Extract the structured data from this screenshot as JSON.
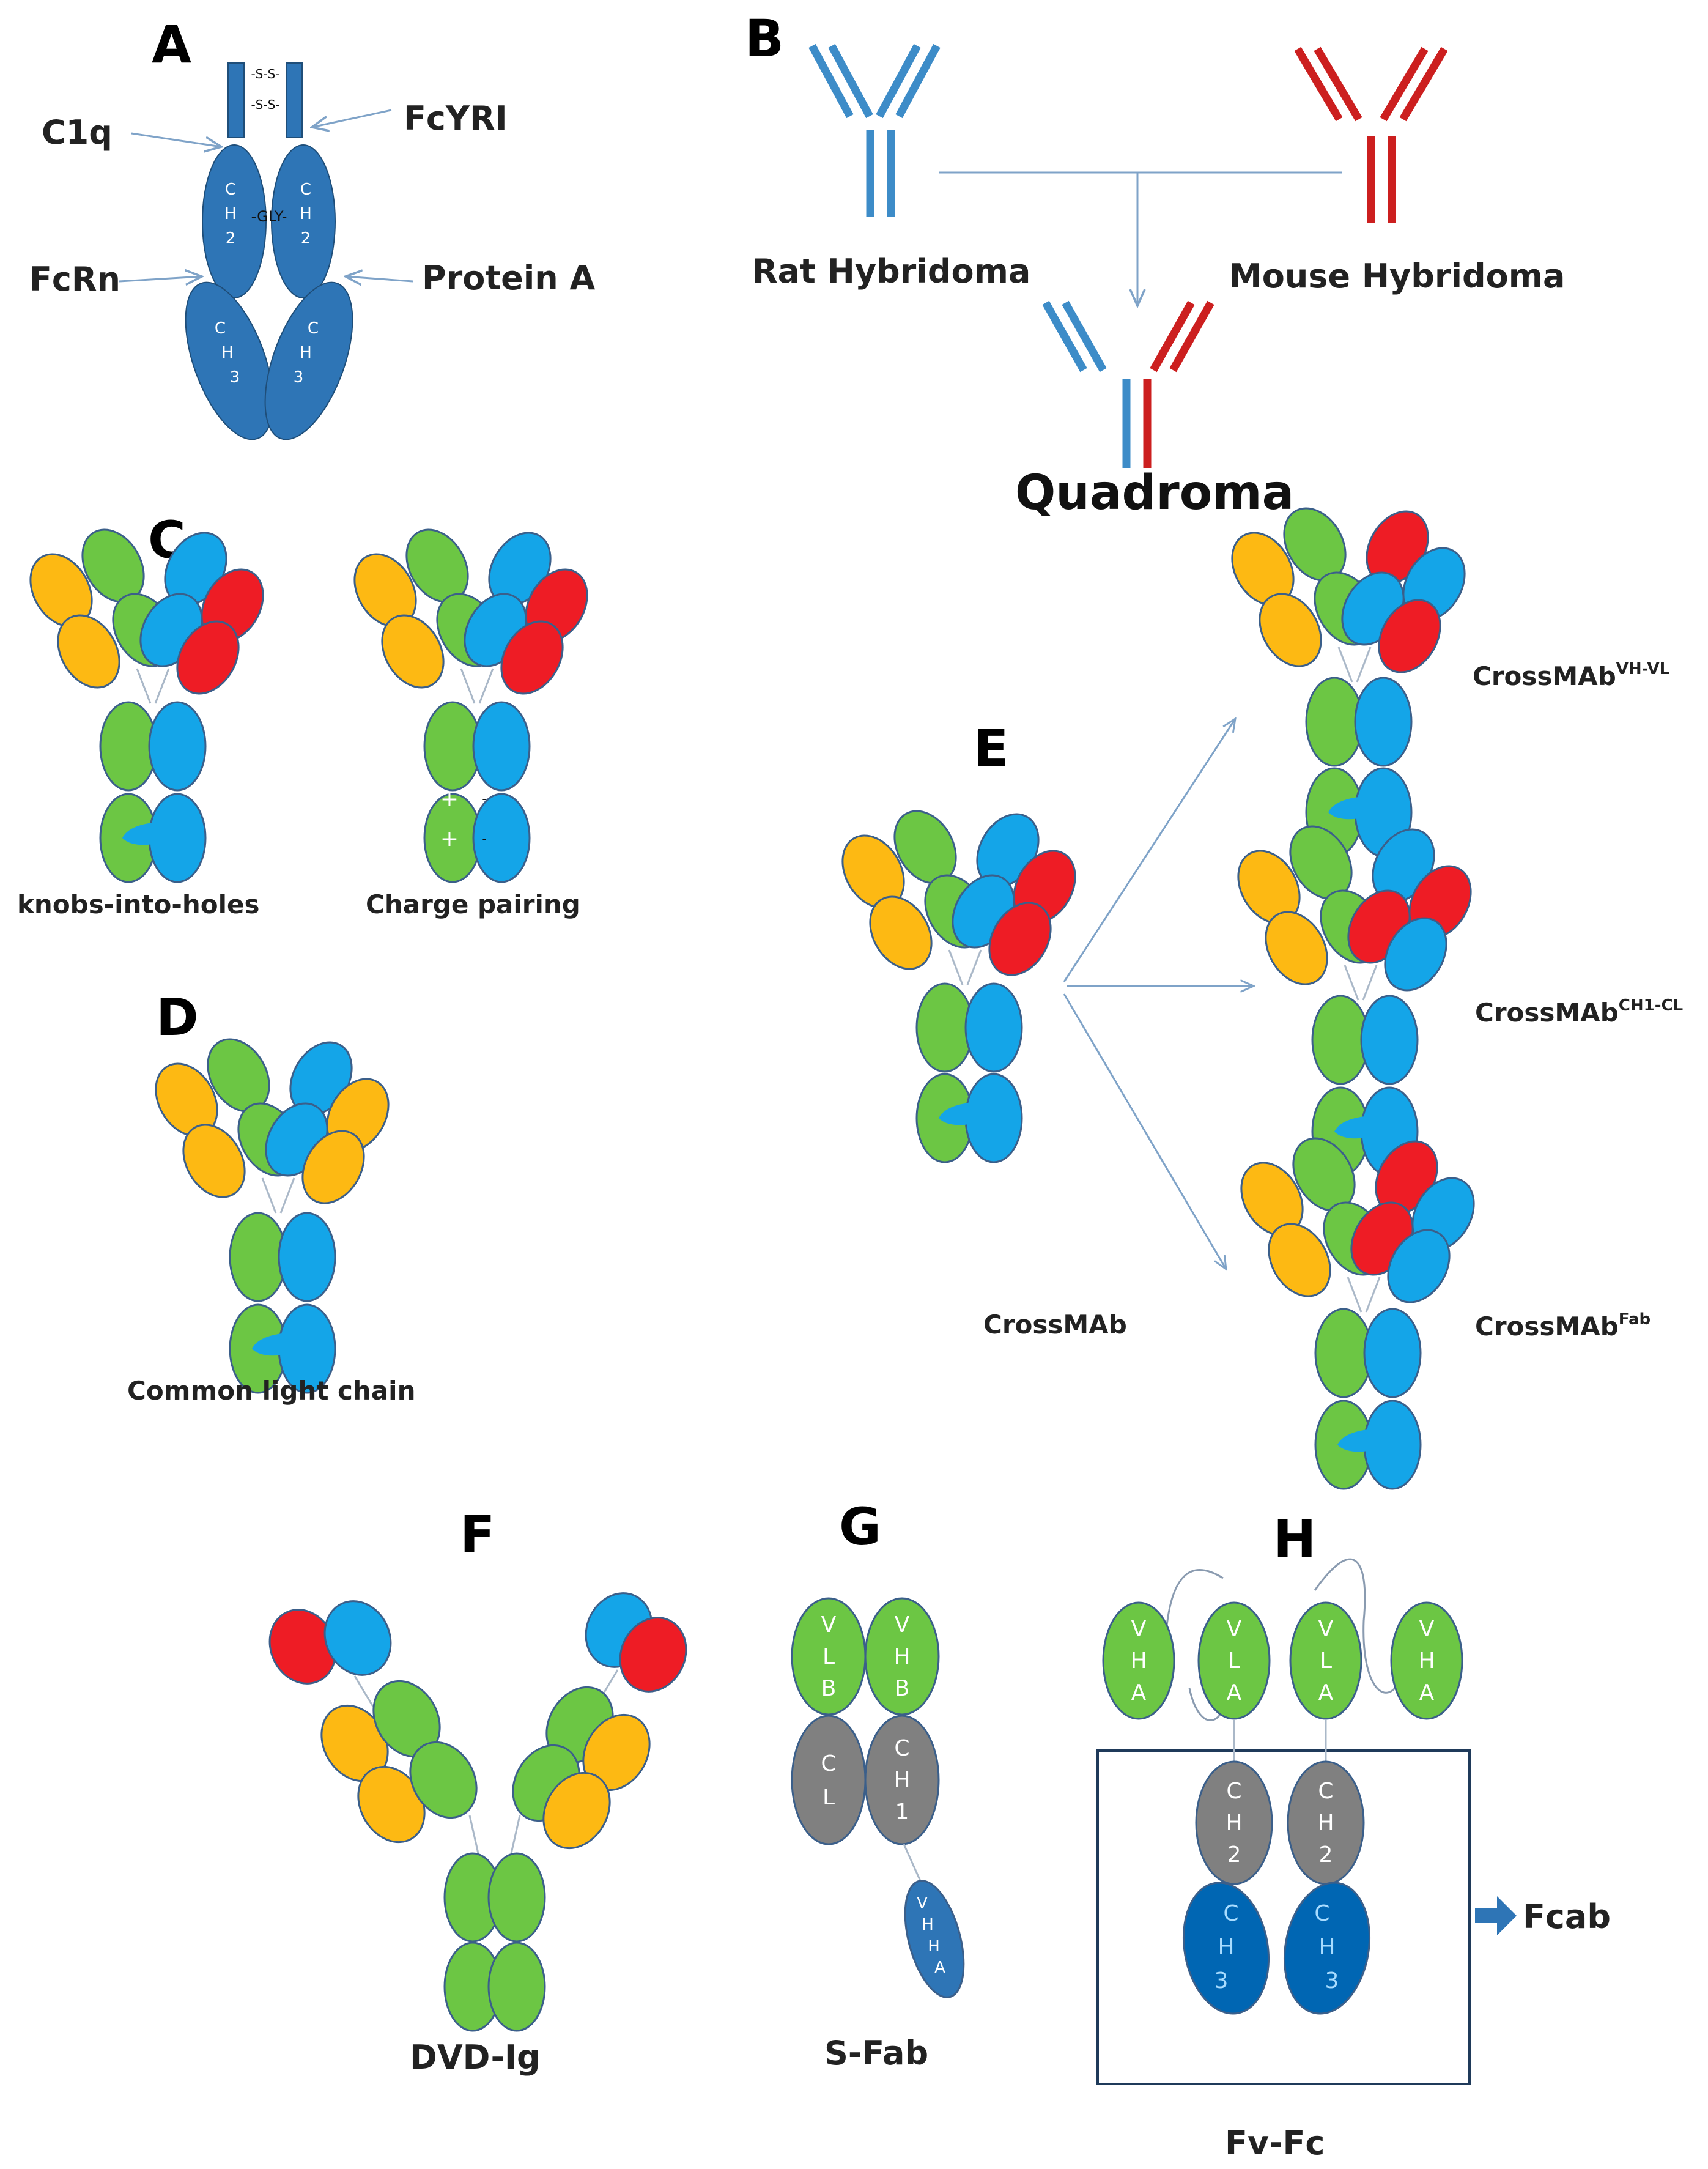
{
  "panels": {
    "a": {
      "label": "A",
      "ss1": "-S-S-",
      "ss2": "-S-S-",
      "gly": "-GLY-",
      "c1q": "C1q",
      "fcyri": "FcYRI",
      "fcrn": "FcRn",
      "protein_a": "Protein A",
      "ch2": [
        "C",
        "H",
        "2"
      ],
      "ch3": [
        "C",
        "H",
        "3"
      ]
    },
    "b": {
      "label": "B",
      "rat": "Rat Hybridoma",
      "mouse": "Mouse Hybridoma",
      "quadroma": "Quadroma"
    },
    "c": {
      "label": "C",
      "knobs": "knobs-into-holes",
      "charge": "Charge pairing",
      "plus": "+",
      "minus": "-"
    },
    "d": {
      "label": "D",
      "caption": "Common light chain"
    },
    "e": {
      "label": "E",
      "crossmab": "CrossMAb",
      "vhvl_base": "CrossMAb",
      "vhvl_sup": "VH-VL",
      "ch1cl_base": "CrossMAb",
      "ch1cl_sup": "CH1-CL",
      "fab_base": "CrossMAb",
      "fab_sup": "Fab"
    },
    "f": {
      "label": "F",
      "caption": "DVD-Ig"
    },
    "g": {
      "label": "G",
      "caption": "S-Fab",
      "vlb": [
        "V",
        "L",
        "B"
      ],
      "vhb": [
        "V",
        "H",
        "B"
      ],
      "cl": [
        "C",
        "L"
      ],
      "ch1": [
        "C",
        "H",
        "1"
      ],
      "vhha": [
        "V",
        "H",
        "H",
        "A"
      ]
    },
    "h": {
      "label": "H",
      "caption": "Fv-Fc",
      "fcab": "Fcab",
      "vha": [
        "V",
        "H",
        "A"
      ],
      "vla": [
        "V",
        "L",
        "A"
      ],
      "ch2": [
        "C",
        "H",
        "2"
      ],
      "ch3": [
        "C",
        "H",
        "3"
      ]
    }
  },
  "colors": {
    "green": "#6cc644",
    "blue": "#14a5e8",
    "orange": "#fdb913",
    "red": "#ee1c25",
    "steel_blue": "#2e75b6",
    "dark_blue": "#0066b3",
    "grey": "#808080",
    "outline": "#3b5f8a",
    "rat_line": "#3d8cc8",
    "mouse_line": "#cc1f1f",
    "arrow": "#7fa3c8"
  }
}
